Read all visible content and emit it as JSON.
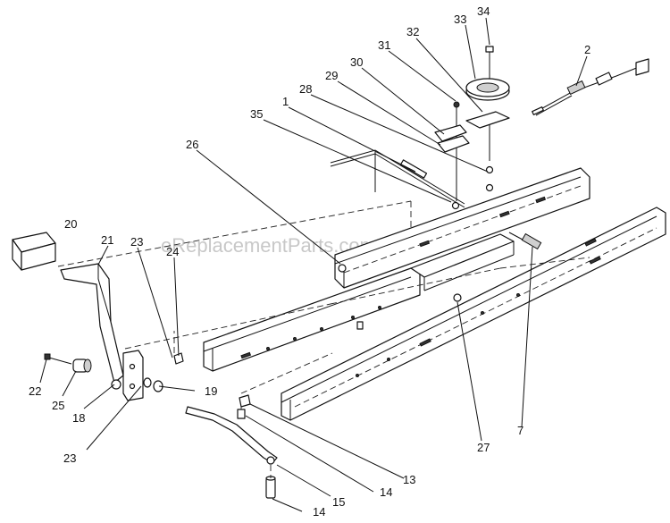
{
  "watermark": "eReplacementParts.com",
  "callouts": [
    {
      "id": "c34",
      "label": "34"
    },
    {
      "id": "c33",
      "label": "33"
    },
    {
      "id": "c32",
      "label": "32"
    },
    {
      "id": "c31",
      "label": "31"
    },
    {
      "id": "c2",
      "label": "2"
    },
    {
      "id": "c30",
      "label": "30"
    },
    {
      "id": "c29",
      "label": "29"
    },
    {
      "id": "c28",
      "label": "28"
    },
    {
      "id": "c1",
      "label": "1"
    },
    {
      "id": "c35",
      "label": "35"
    },
    {
      "id": "c26",
      "label": "26"
    },
    {
      "id": "c20",
      "label": "20"
    },
    {
      "id": "c21",
      "label": "21"
    },
    {
      "id": "c23a",
      "label": "23"
    },
    {
      "id": "c24",
      "label": "24"
    },
    {
      "id": "c22",
      "label": "22"
    },
    {
      "id": "c25",
      "label": "25"
    },
    {
      "id": "c18",
      "label": "18"
    },
    {
      "id": "c19",
      "label": "19"
    },
    {
      "id": "c23b",
      "label": "23"
    },
    {
      "id": "c7",
      "label": "7"
    },
    {
      "id": "c27",
      "label": "27"
    },
    {
      "id": "c13",
      "label": "13"
    },
    {
      "id": "c14a",
      "label": "14"
    },
    {
      "id": "c15",
      "label": "15"
    },
    {
      "id": "c14b",
      "label": "14"
    }
  ]
}
